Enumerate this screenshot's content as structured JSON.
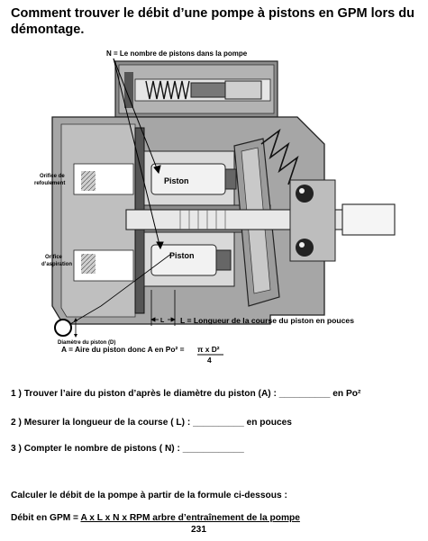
{
  "title": "Comment trouver le débit d’une pompe à pistons en GPM lors du démontage.",
  "diagram": {
    "label_n": "N = Le nombre de pistons dans la pompe",
    "label_orifice_refoulement_1": "Orifice de",
    "label_orifice_refoulement_2": "refoulement",
    "label_orifice_aspiration_1": "Orifice",
    "label_orifice_aspiration_2": "d’aspiration",
    "label_piston_top": "Piston",
    "label_piston_bottom": "Piston",
    "label_diametre": "Diamètre du piston (D)",
    "label_l_short": "L",
    "label_l": "L = Longueur de la course du piston en pouces",
    "label_a_left": "A = Aire du piston donc A en Po² = ",
    "label_a_num": "π x D²",
    "label_a_den": "4"
  },
  "questions": {
    "q1": "1 ) Trouver l’aire du piston d’après le diamètre du piston (A) : __________ en Po²",
    "q2": "2 ) Mesurer la longueur de la course ( L) : __________ en pouces",
    "q3": "3 ) Compter le nombre de pistons ( N) : ____________"
  },
  "formula": {
    "intro": "Calculer le débit de la pompe à partir de la formule ci-dessous :",
    "prefix": "Débit en GPM = ",
    "numerator": "A  x  L  x  N  x  RPM arbre d’entraînement de la pompe",
    "denominator": "231"
  }
}
